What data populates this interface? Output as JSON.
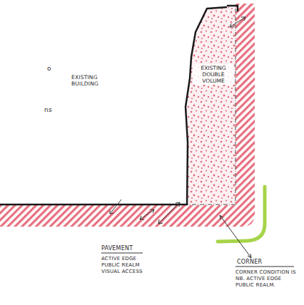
{
  "diagram": {
    "nodes": [
      {
        "text": [
          "EXISTING DOUBLE VOLUME"
        ]
      }
    ],
    "labels": [
      "EXISTING BUILDING",
      "PAVEMENT",
      "ACTIVE EDGE PUBLIC REALM VISUAL ACCESS",
      "CORNER",
      "CORNER CONDITION IS NB. ACTIVE EDGE PUBLIC REALM.",
      "o",
      "ns"
    ]
  }
}
